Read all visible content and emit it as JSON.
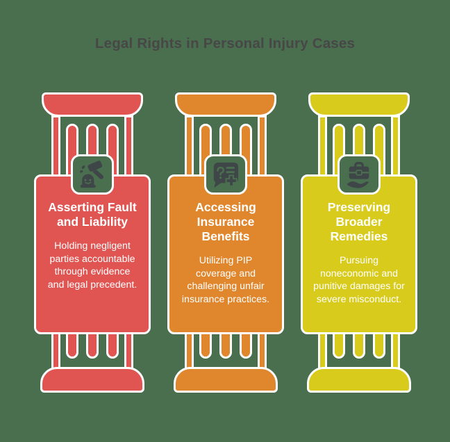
{
  "title": "Legal Rights in Personal Injury Cases",
  "colors": {
    "bg": "#4A6F4F",
    "ink": "#3F4648",
    "title": "#474747",
    "text": "#FFFFFF",
    "pillar1": "#E05552",
    "pillar2": "#E0872E",
    "pillar3": "#D8CB1C"
  },
  "pillars": [
    {
      "heading": "Asserting Fault and Liability",
      "body": "Holding negligent parties accountable through evidence and legal precedent.",
      "icon": "gavel-icon",
      "color": "#E05552"
    },
    {
      "heading": "Accessing Insurance Benefits",
      "body": "Utilizing PIP coverage and challenging unfair insurance practices.",
      "icon": "insurance-claim-icon",
      "color": "#E0872E"
    },
    {
      "heading": "Preserving Broader Remedies",
      "body": "Pursuing noneconomic and punitive damages for severe misconduct.",
      "icon": "briefcase-hand-icon",
      "color": "#D8CB1C"
    }
  ]
}
